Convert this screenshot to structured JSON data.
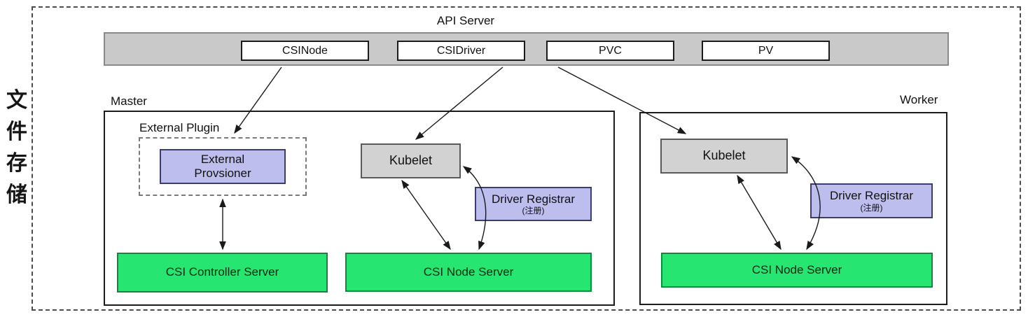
{
  "side_label": {
    "text": "文件存储",
    "chars": [
      "文",
      "件",
      "存",
      "储"
    ]
  },
  "api_server": {
    "title": "API Server",
    "resources": [
      {
        "label": "CSINode"
      },
      {
        "label": "CSIDriver"
      },
      {
        "label": "PVC"
      },
      {
        "label": "PV"
      }
    ]
  },
  "master": {
    "title": "Master",
    "external_plugin": {
      "label": "External Plugin"
    },
    "external_provisioner": {
      "line1": "External",
      "line2": "Provsioner"
    },
    "kubelet": {
      "label": "Kubelet"
    },
    "driver_registrar": {
      "line1": "Driver Registrar",
      "line2": "(注册)"
    },
    "csi_controller_server": {
      "label": "CSI Controller Server"
    },
    "csi_node_server": {
      "label": "CSI Node Server"
    }
  },
  "worker": {
    "title": "Worker",
    "kubelet": {
      "label": "Kubelet"
    },
    "driver_registrar": {
      "line1": "Driver Registrar",
      "line2": "(注册)"
    },
    "csi_node_server": {
      "label": "CSI Node Server"
    }
  },
  "colors": {
    "api_bar_gray": "#c9c9c9",
    "kubelet_gray": "#d2d2d2",
    "sidecar_lavender": "#bdbdee",
    "csi_green": "#27e571",
    "line_black": "#1a1a1a"
  },
  "connections": [
    {
      "from": "CSINode",
      "to": "External Plugin",
      "bidirectional": false
    },
    {
      "from": "CSIDriver",
      "to": "Kubelet (Master)",
      "bidirectional": false
    },
    {
      "from": "PVC",
      "to": "Kubelet (Worker)",
      "bidirectional": false
    },
    {
      "from": "External Provsioner",
      "to": "CSI Controller Server",
      "bidirectional": true
    },
    {
      "from": "Kubelet (Master)",
      "to": "CSI Node Server (Master)",
      "bidirectional": true
    },
    {
      "from": "Kubelet (Master)",
      "to": "CSI Node Server (Master)",
      "via": "Driver Registrar (Master)",
      "bidirectional": true
    },
    {
      "from": "Kubelet (Worker)",
      "to": "CSI Node Server (Worker)",
      "bidirectional": true
    },
    {
      "from": "Kubelet (Worker)",
      "to": "CSI Node Server (Worker)",
      "via": "Driver Registrar (Worker)",
      "bidirectional": true
    }
  ]
}
